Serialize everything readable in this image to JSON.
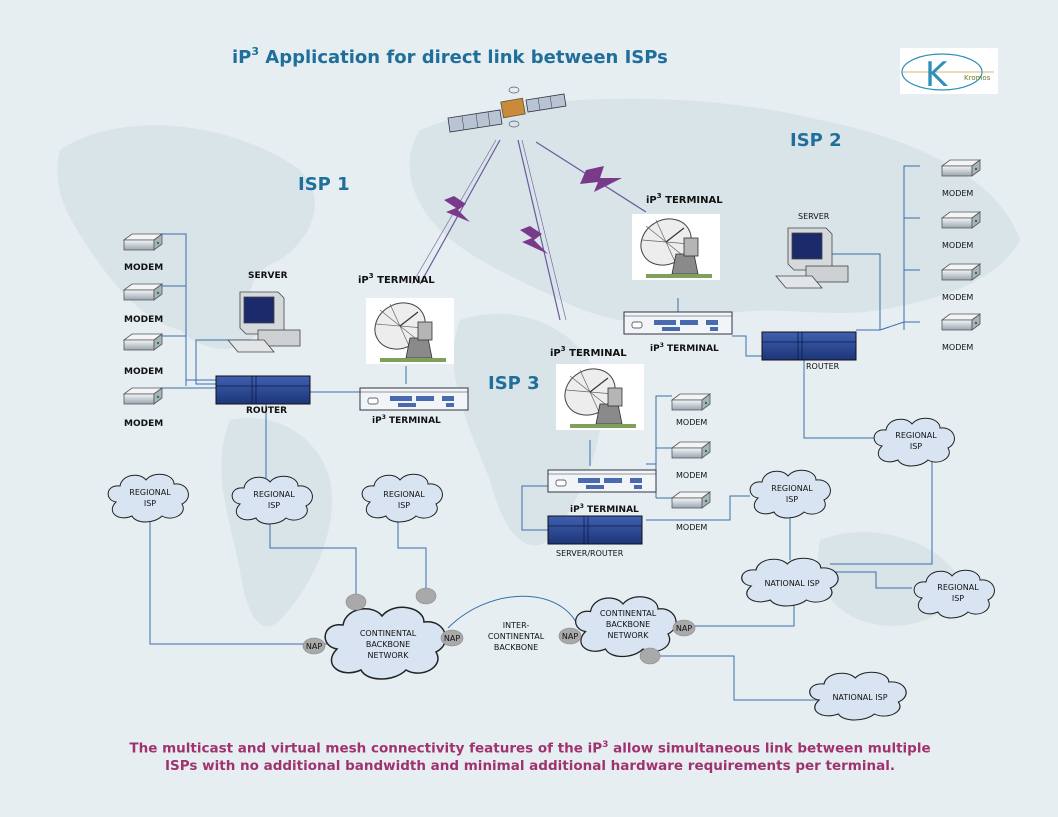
{
  "title": {
    "prefix": "iP",
    "sup": "3",
    "rest": " Application for direct link between ISPs"
  },
  "logo": {
    "letter": "K",
    "name": "Kromos"
  },
  "isps": {
    "isp1": "ISP 1",
    "isp2": "ISP 2",
    "isp3": "ISP 3"
  },
  "terminal_label": {
    "prefix": "iP",
    "sup": "3",
    "rest": " TERMINAL"
  },
  "labels": {
    "modem": "MODEM",
    "server": "SERVER",
    "router": "ROUTER",
    "server_router": "SERVER/ROUTER",
    "nap": "NAP"
  },
  "clouds": {
    "regional_isp_l1": "REGIONAL",
    "regional_isp_l2": "ISP",
    "national_isp": "NATIONAL ISP",
    "continental_l1": "CONTINENTAL",
    "continental_l2": "BACKBONE",
    "continental_l3": "NETWORK"
  },
  "inter_continental": {
    "l1": "INTER-",
    "l2": "CONTINENTAL",
    "l3": "BACKBONE"
  },
  "caption": {
    "line1_a": "The multicast and virtual mesh connectivity features of the iP",
    "line1_sup": "3",
    "line1_b": " allow simultaneous link between multiple",
    "line2": "ISPs with no additional bandwidth and minimal additional hardware requirements per terminal."
  },
  "colors": {
    "background": "#e6eef2",
    "title": "#1f6f9a",
    "isp_label": "#1f6f9a",
    "caption": "#a0336f",
    "router": "#2b4a9a",
    "cloud": "#d8e4f2",
    "link": "#3a6ea8",
    "lightning": "#7a3a8a"
  }
}
